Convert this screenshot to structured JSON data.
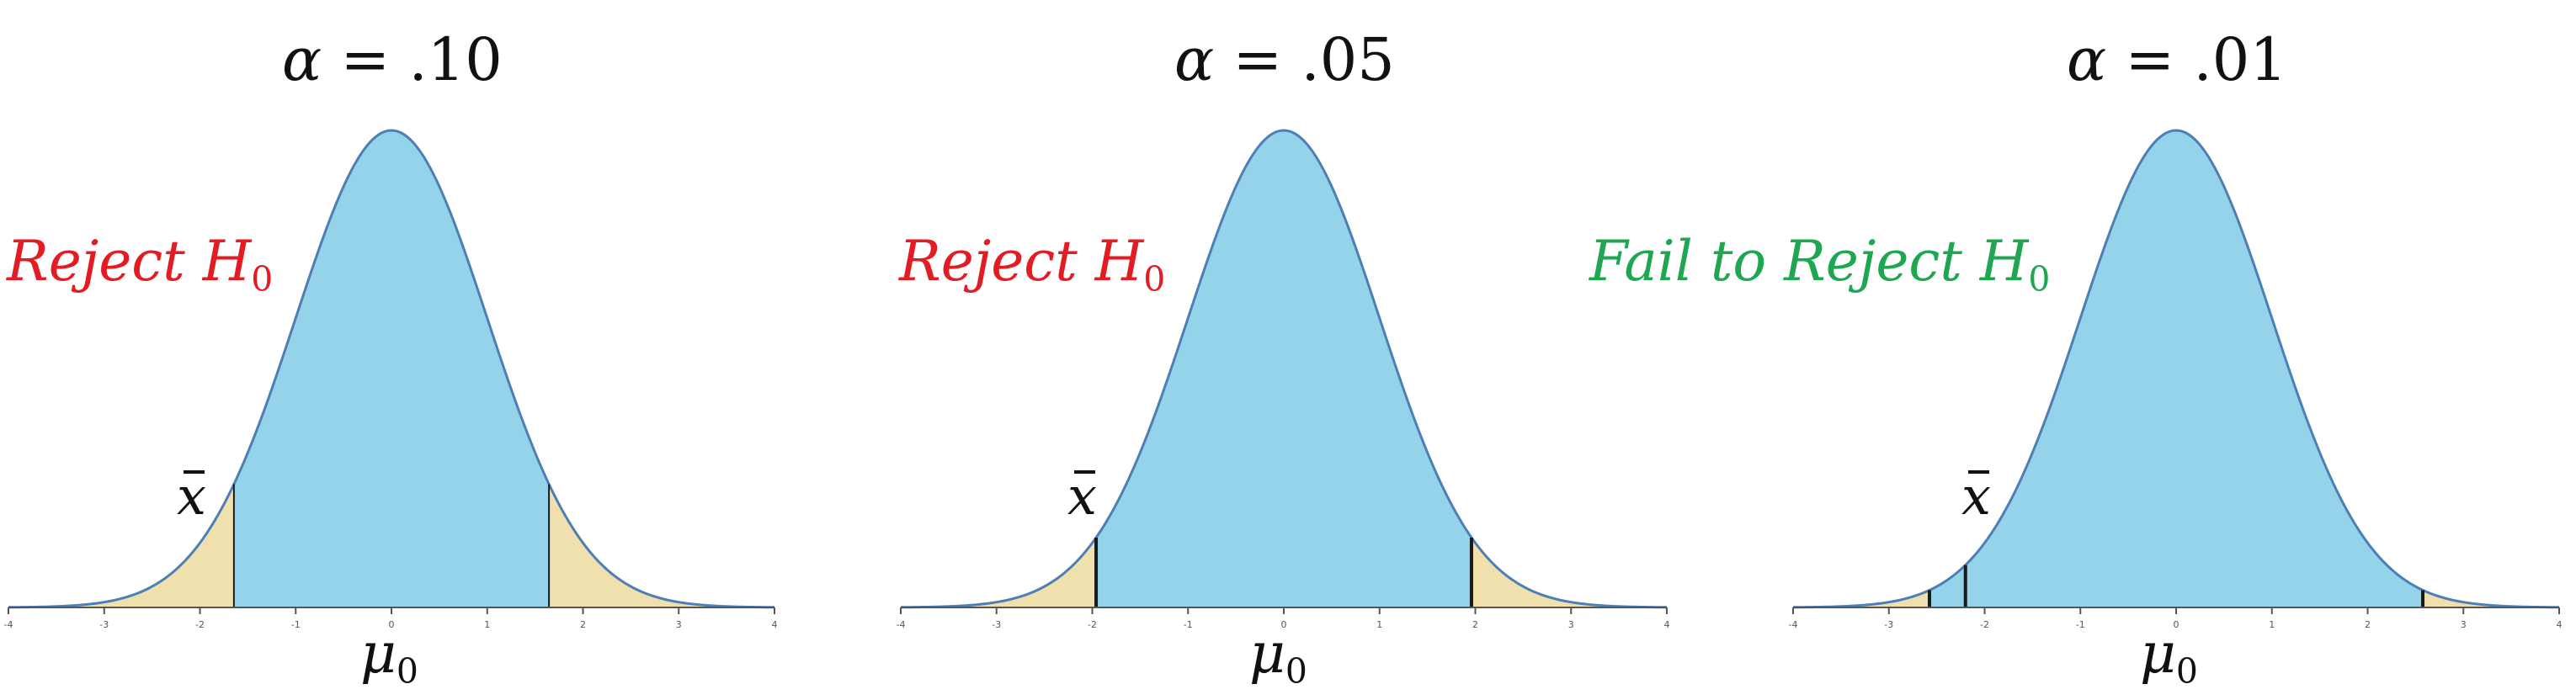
{
  "panels": [
    {
      "alpha_symbol": "α",
      "alpha_value": "= .10",
      "decision_text": "Reject H",
      "decision_sub": "0",
      "decision_color": "#e31b23",
      "xbar_label": "x",
      "mu_label": "μ",
      "mu_sub": "0",
      "critical": 1.645,
      "xbar_value": -1.645,
      "shade_two_tailed": true
    },
    {
      "alpha_symbol": "α",
      "alpha_value": "= .05",
      "decision_text": "Reject H",
      "decision_sub": "0",
      "decision_color": "#e31b23",
      "xbar_label": "x",
      "mu_label": "μ",
      "mu_sub": "0",
      "critical": 1.96,
      "xbar_value": -1.96,
      "shade_two_tailed": true
    },
    {
      "alpha_symbol": "α",
      "alpha_value": "= .01",
      "decision_text": "Fail to Reject H",
      "decision_sub": "0",
      "decision_color": "#1fa650",
      "xbar_label": "x",
      "mu_label": "μ",
      "mu_sub": "0",
      "critical": 2.576,
      "xbar_value": -2.2,
      "shade_two_tailed": true
    }
  ],
  "axis": {
    "min": -4,
    "max": 4,
    "ticks": [
      "-4",
      "-3",
      "-2",
      "-1",
      "0",
      "1",
      "2",
      "3",
      "4"
    ]
  },
  "colors": {
    "body_fill": "#94d3ea",
    "tail_fill": "#efe0ae",
    "curve_stroke": "#4d7fb5",
    "axis": "#555555"
  }
}
